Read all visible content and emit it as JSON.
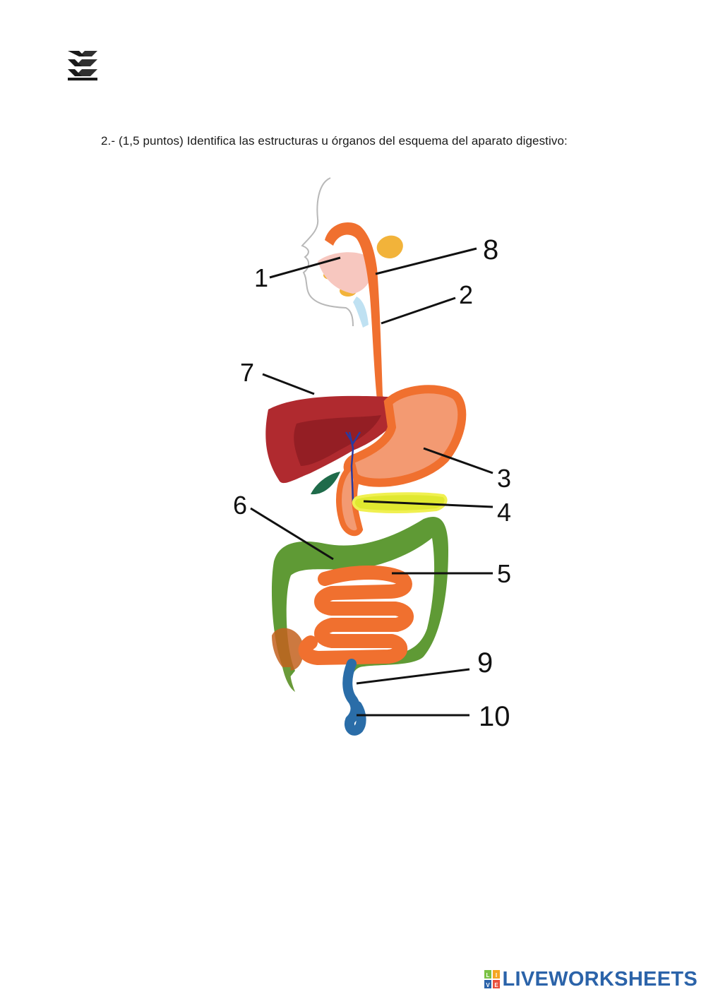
{
  "question": {
    "text": "2.- (1,5 puntos) Identifica las estructuras u órganos del esquema del aparato digestivo:"
  },
  "labels": {
    "l1": "1",
    "l2": "2",
    "l3": "3",
    "l4": "4",
    "l5": "5",
    "l6": "6",
    "l7": "7",
    "l8": "8",
    "l9": "9",
    "l10": "10"
  },
  "brand": {
    "badge": "LIVE",
    "text": "LIVEWORKSHEETS",
    "color": "#2b63a9"
  },
  "colors": {
    "esophagus": "#f0702f",
    "stomach": "#f39a72",
    "liver": "#b02a2f",
    "pancreas": "#e0e830",
    "colon": "#5f9a35",
    "rectum": "#2a6da8"
  },
  "icons": {
    "logo": "institution-logo",
    "brand": "liveworksheets-badge-icon"
  }
}
